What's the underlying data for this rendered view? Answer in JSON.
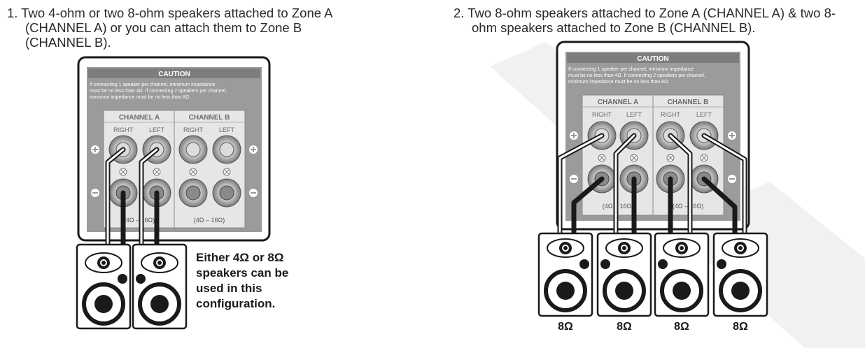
{
  "left_config": {
    "heading": "1. Two 4-ohm or two 8-ohm speakers attached to Zone A (CHANNEL A) or you can attach them to Zone B (CHANNEL B).",
    "panel": {
      "caution_title": "CAUTION",
      "caution_line1": "If connecting 1 speaker per channel, minimum impedance",
      "caution_line2": "must be no less than 4Ω. If connecting 2 speakers per channel,",
      "caution_line3": "minimum impedance must be no less than 8Ω.",
      "channel_a": "CHANNEL A",
      "channel_b": "CHANNEL B",
      "right": "RIGHT",
      "left": "LEFT",
      "impedance": "(4Ω – 16Ω)"
    },
    "note": "Either 4Ω or 8Ω speakers can be used in this configuration."
  },
  "right_config": {
    "heading": "2. Two 8-ohm speakers attached to Zone A (CHANNEL A) & two 8-ohm speakers attached to Zone B (CHANNEL B).",
    "panel": {
      "caution_title": "CAUTION",
      "caution_line1": "If connecting 1 speaker per channel, minimum impedance",
      "caution_line2": "must be no less than 4Ω. If connecting 2 speakers per channel,",
      "caution_line3": "minimum impedance must be no less than 8Ω.",
      "channel_a": "CHANNEL A",
      "channel_b": "CHANNEL B",
      "right": "RIGHT",
      "left": "LEFT",
      "impedance": "(4Ω – 16Ω)"
    },
    "speaker_labels": [
      "8Ω",
      "8Ω",
      "8Ω",
      "8Ω"
    ]
  },
  "colors": {
    "ink": "#1a1a1a",
    "panel_gray": "#9b9b9b",
    "post_gray": "#c8c8c8"
  },
  "icons": [
    "plus-sign-icon",
    "minus-sign-icon",
    "bridge-x-icon",
    "speaker-icon"
  ]
}
